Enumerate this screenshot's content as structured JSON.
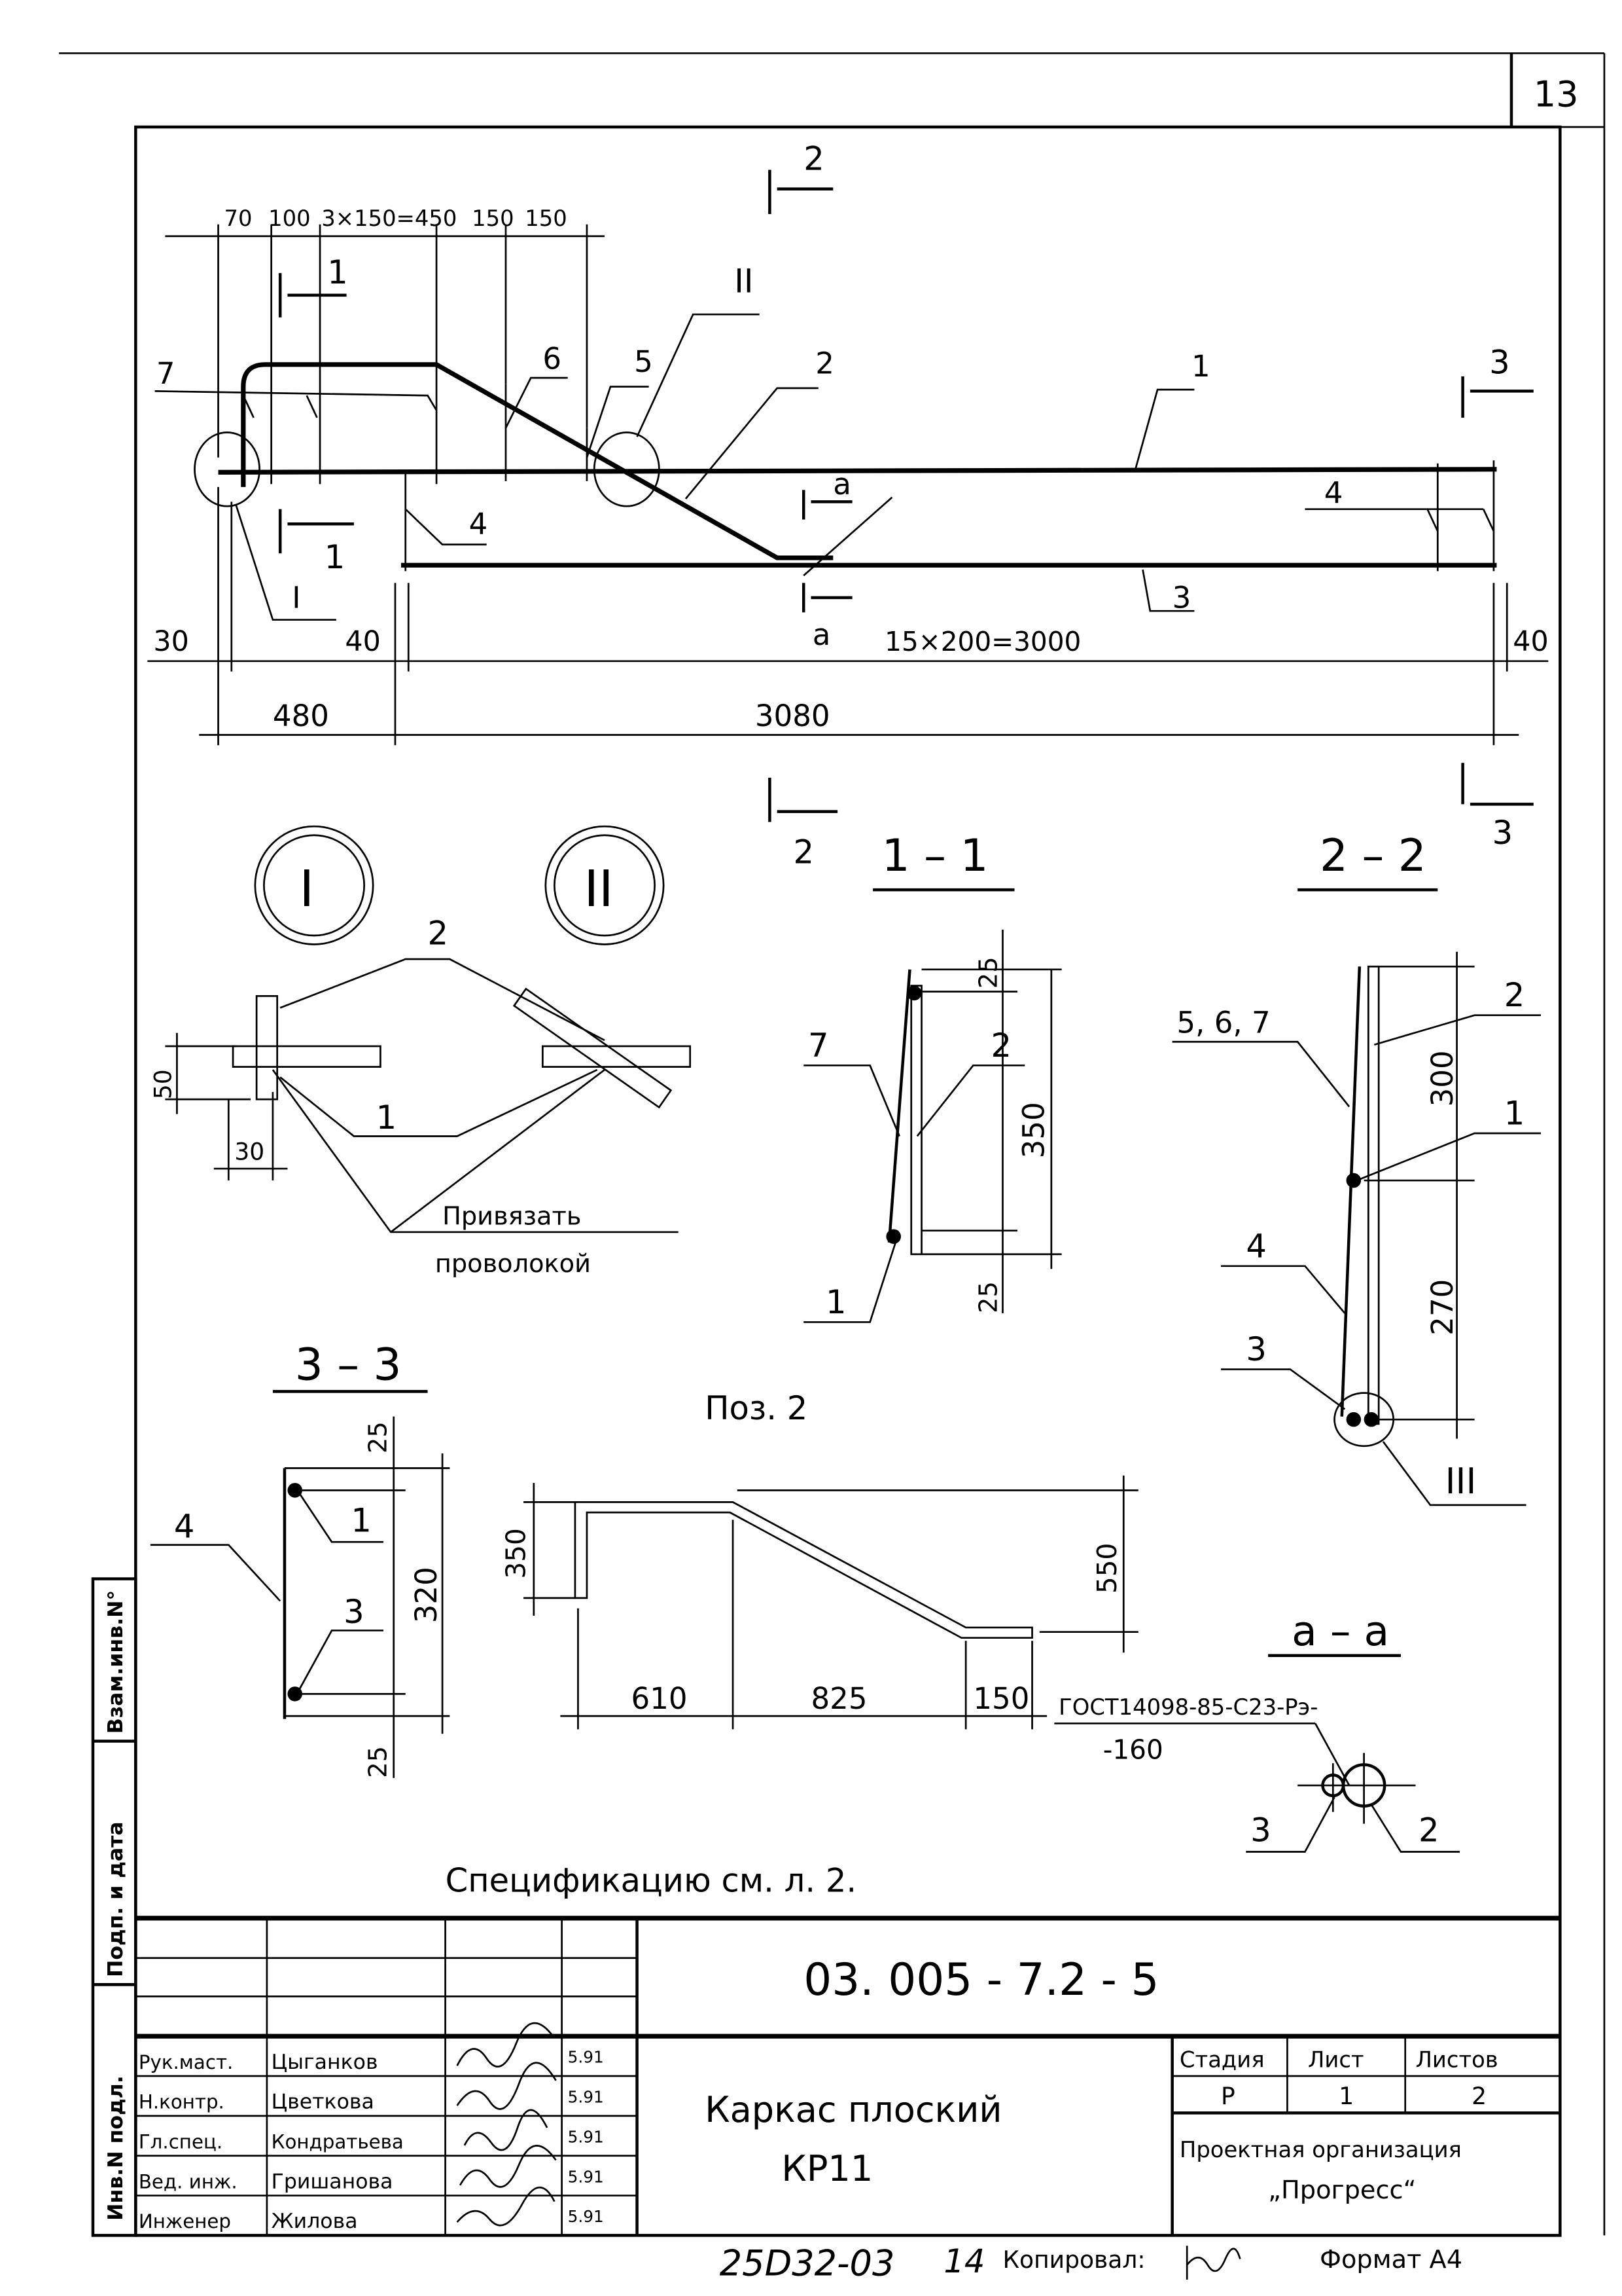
{
  "sheet_number": "13",
  "main_view": {
    "top_dims": [
      "70",
      "100",
      "3×150=450",
      "150",
      "150"
    ],
    "bottom_dims": {
      "left_offset": "30",
      "gap_left": "40",
      "spacing": "15×200=3000",
      "gap_right": "40",
      "overall_left": "480",
      "overall_right": "3080"
    },
    "positions": {
      "p7": "7",
      "p6": "6",
      "p5": "5",
      "p2": "2",
      "p1": "1",
      "p4_left": "4",
      "p4_right": "4",
      "p3": "3"
    },
    "sections": {
      "s1_top": "1",
      "s1_bottom": "1",
      "s2_top": "2",
      "s2_bottom": "2",
      "s3_top": "3",
      "s3_bottom": "3",
      "sa_top": "а",
      "sa_bottom": "а"
    },
    "callouts": {
      "detail_1": "I",
      "detail_2": "II"
    }
  },
  "details": {
    "detail_1_label": "I",
    "detail_2_label": "II",
    "pos_2": "2",
    "pos_1": "1",
    "dim_50": "50",
    "dim_30": "30",
    "note_line1": "Привязать",
    "note_line2": "проволокой"
  },
  "section_1_1": {
    "title": "1 – 1",
    "pos_7": "7",
    "pos_2": "2",
    "pos_1": "1",
    "dim_top": "25",
    "dim_main": "350",
    "dim_bottom": "25"
  },
  "section_2_2": {
    "title": "2 – 2",
    "pos_567": "5, 6, 7",
    "pos_2": "2",
    "pos_1": "1",
    "pos_4": "4",
    "pos_3": "3",
    "detail_3": "III",
    "dim_top": "300",
    "dim_bottom": "270"
  },
  "section_3_3": {
    "title": "3 – 3",
    "pos_4": "4",
    "pos_1": "1",
    "pos_3": "3",
    "dim_top": "25",
    "dim_main": "320",
    "dim_bottom": "25"
  },
  "pos_2_shape": {
    "title": "Поз. 2",
    "dim_350": "350",
    "dim_550": "550",
    "dim_610": "610",
    "dim_825": "825",
    "dim_150": "150"
  },
  "section_a_a": {
    "title": "а – а",
    "gost_line1": "ГОСТ14098-85-С23-Рэ-",
    "gost_line2": "-160",
    "pos_3": "3",
    "pos_2": "2"
  },
  "spec_note": "Спецификацию см. л. 2.",
  "side_stamp": {
    "inv_podl": "Инв.N подл.",
    "podp_data": "Подп. и дата",
    "vzam_inv": "Взам.инв.N°"
  },
  "title_block": {
    "doc_code": "03. 005 - 7.2 - 5",
    "title_line1": "Каркас плоский",
    "title_line2": "КР11",
    "headers": {
      "stage": "Стадия",
      "sheet": "Лист",
      "sheets": "Листов"
    },
    "values": {
      "stage": "Р",
      "sheet": "1",
      "sheets": "2"
    },
    "org_line1": "Проектная организация",
    "org_line2": "„Прогресс“",
    "staff": [
      {
        "role": "Рук.маст.",
        "name": "Цыганков",
        "date": "5.91"
      },
      {
        "role": "Н.контр.",
        "name": "Цветкова",
        "date": "5.91"
      },
      {
        "role": "Гл.спец.",
        "name": "Кондратьева",
        "date": "5.91"
      },
      {
        "role": "Вед. инж.",
        "name": "Гришанова",
        "date": "5.91"
      },
      {
        "role": "Инженер",
        "name": "Жилова",
        "date": "5.91"
      }
    ]
  },
  "footer": {
    "inventory": "25D32-03",
    "number": "14",
    "copied_label": "Копировал:",
    "format": "Формат А4"
  }
}
